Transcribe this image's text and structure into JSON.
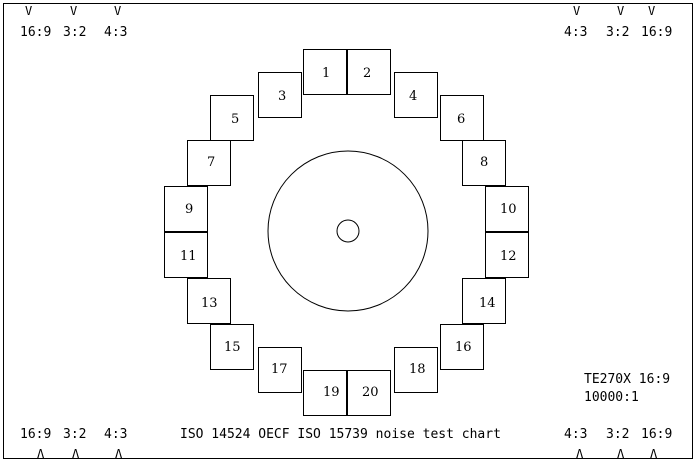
{
  "aspect_labels": {
    "top_left": [
      "16:9",
      "3:2",
      "4:3"
    ],
    "top_right": [
      "4:3",
      "3:2",
      "16:9"
    ],
    "bottom_left": [
      "16:9",
      "3:2",
      "4:3"
    ],
    "bottom_right": [
      "4:3",
      "3:2",
      "16:9"
    ]
  },
  "markers": {
    "down": "V",
    "up": "Λ"
  },
  "patches": [
    "1",
    "2",
    "3",
    "4",
    "5",
    "6",
    "7",
    "8",
    "9",
    "10",
    "11",
    "12",
    "13",
    "14",
    "15",
    "16",
    "17",
    "18",
    "19",
    "20"
  ],
  "caption": "ISO 14524 OECF ISO 15739 noise test chart",
  "model": "TE270X 16:9",
  "contrast": "10000:1",
  "colors": {
    "line": "#000000",
    "background": "#ffffff"
  }
}
